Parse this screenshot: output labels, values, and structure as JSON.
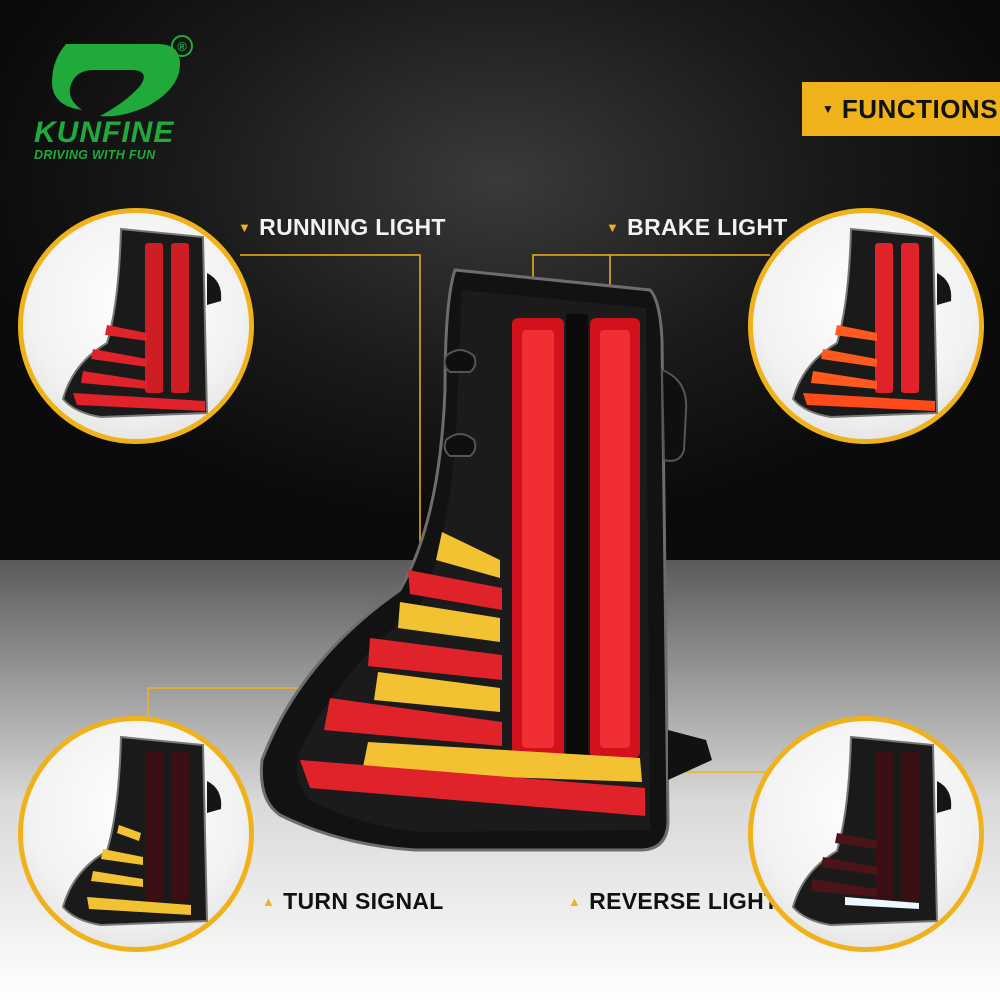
{
  "brand": {
    "name": "KUNFINE",
    "slogan": "DRIVING WITH FUN",
    "registered_mark": "®",
    "color": "#1faa3b"
  },
  "functions_tag": {
    "label": "FUNCTIONS",
    "color": "#f0b21b"
  },
  "features": [
    {
      "label": "RUNNING LIGHT",
      "marker": "▼",
      "icon": "running-light"
    },
    {
      "label": "BRAKE LIGHT",
      "marker": "▼",
      "icon": "brake-light"
    },
    {
      "label": "TURN SIGNAL",
      "marker": "▲",
      "icon": "turn-signal"
    },
    {
      "label": "REVERSE LIGHT",
      "marker": "▲",
      "icon": "reverse-light"
    }
  ],
  "colors": {
    "accent": "#f0b21b",
    "red_led": "#e0222a",
    "amber_led": "#f2c233",
    "housing": "#141414"
  }
}
